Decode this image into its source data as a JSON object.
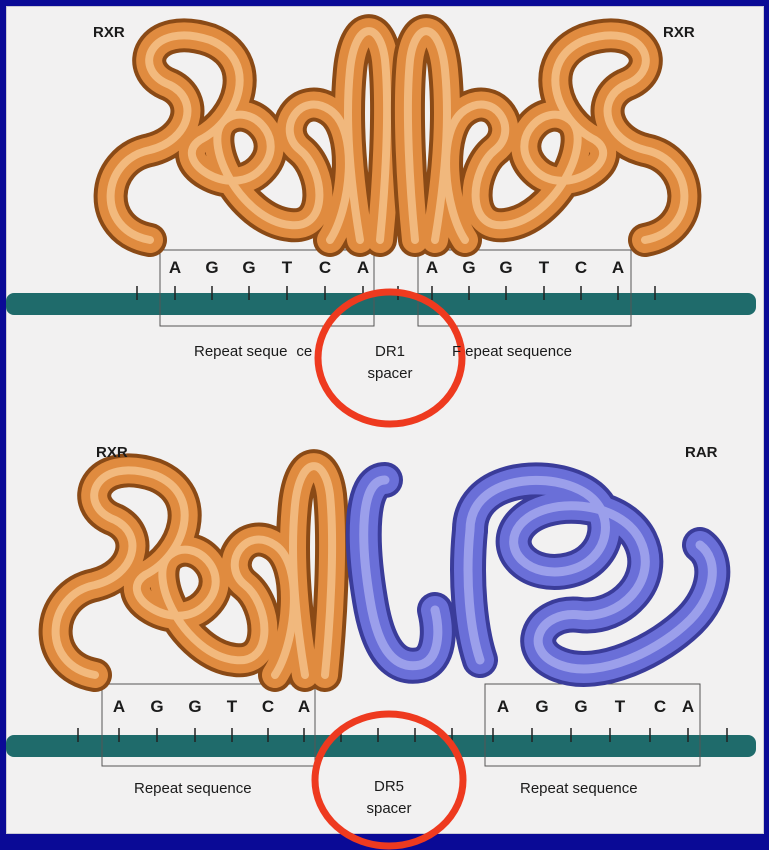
{
  "colors": {
    "background": "#0a0a96",
    "panel": "#f2f1f1",
    "dna": "#1f6b6b",
    "rxr_protein": "#d8843a",
    "rar_protein": "#6a6fd8",
    "highlight_circle": "#ee3a1f"
  },
  "top": {
    "left_protein": "RXR",
    "right_protein": "RXR",
    "left_sequence": [
      "A",
      "G",
      "G",
      "T",
      "C",
      "A"
    ],
    "right_sequence": [
      "A",
      "G",
      "G",
      "T",
      "C",
      "A"
    ],
    "left_caption": "Repeat seque",
    "left_caption_tail": "ce",
    "spacer_line1": "DR1",
    "spacer_line2": "spacer",
    "right_caption_head": "F",
    "right_caption": "epeat sequence"
  },
  "bottom": {
    "left_protein": "RXR",
    "right_protein": "RAR",
    "left_sequence": [
      "A",
      "G",
      "G",
      "T",
      "C",
      "A"
    ],
    "right_sequence": [
      "A",
      "G",
      "G",
      "T",
      "C",
      "A"
    ],
    "left_caption": "Repeat sequence",
    "spacer_line1": "DR5",
    "spacer_line2": "spacer",
    "right_caption": "Repeat sequence"
  }
}
